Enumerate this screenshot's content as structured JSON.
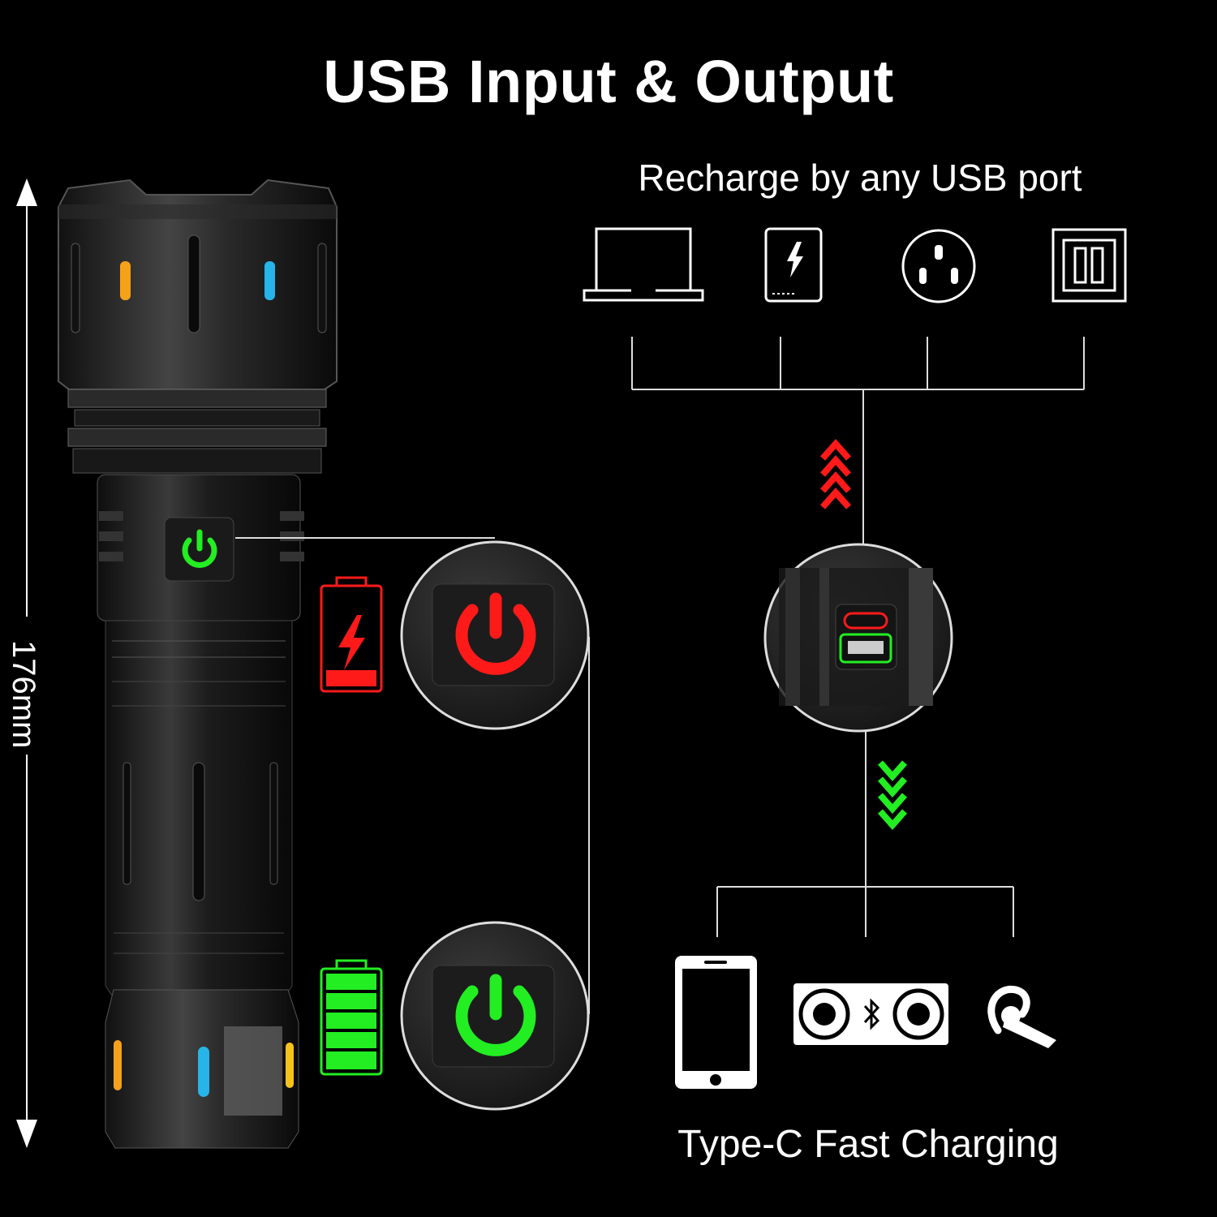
{
  "title": "USB Input & Output",
  "input_section": {
    "label": "Recharge by any USB port",
    "sources": [
      "laptop-icon",
      "power-bank-icon",
      "wall-outlet-icon",
      "usb-port-icon"
    ],
    "arrow_color": "#ff1a1a"
  },
  "output_section": {
    "label": "Type-C Fast Charging",
    "devices": [
      "smartphone-icon",
      "bluetooth-speaker-icon",
      "bluetooth-earpiece-icon"
    ],
    "arrow_color": "#22ee22"
  },
  "dimension": {
    "label": "176mm"
  },
  "indicators": {
    "charging": {
      "color": "#ff1a1a",
      "battery_level": 0.25
    },
    "full": {
      "color": "#22ee22",
      "battery_level": 1.0
    }
  },
  "colors": {
    "background": "#000000",
    "text": "#ffffff",
    "accent_orange": "#f5a11c",
    "accent_blue": "#27b4e8"
  }
}
